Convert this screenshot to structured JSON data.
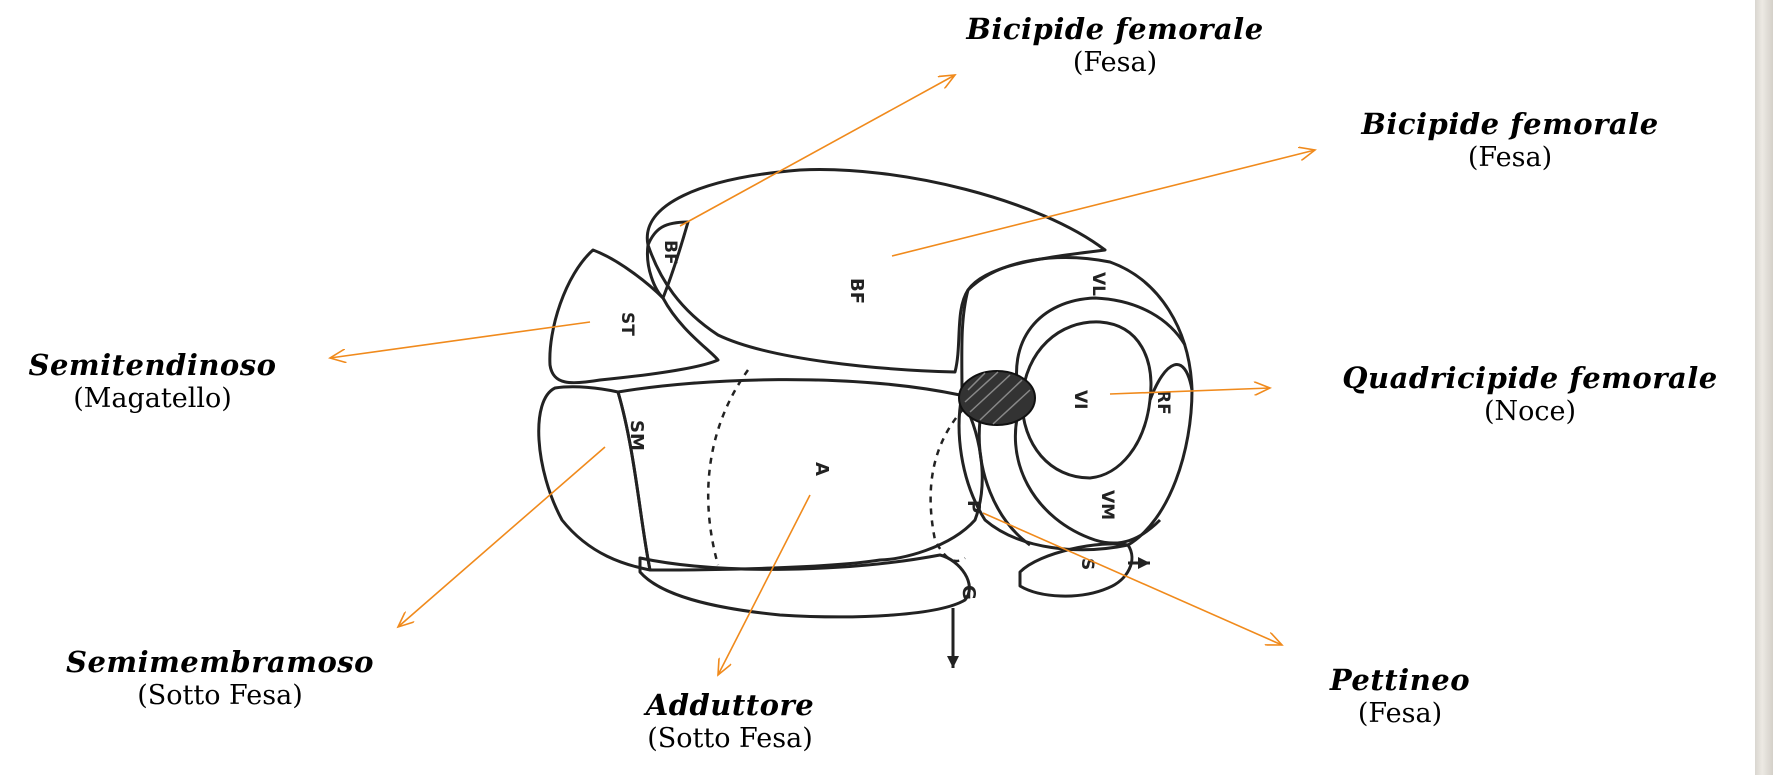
{
  "muscles": [
    {
      "name": "Bicipide femorale",
      "cut": "(Fesa)"
    },
    {
      "name": "Bicipide femorale",
      "cut": "(Fesa)"
    },
    {
      "name": "Semitendinoso",
      "cut": "(Magatello)"
    },
    {
      "name": "Quadricipide femorale",
      "cut": "(Noce)"
    },
    {
      "name": "Semimembramoso",
      "cut": "(Sotto Fesa)"
    },
    {
      "name": "Adduttore",
      "cut": "(Sotto Fesa)"
    },
    {
      "name": "Pettineo",
      "cut": "(Fesa)"
    }
  ],
  "diagram_labels": {
    "bf_small": "BF",
    "bf_large": "BF",
    "st": "ST",
    "sm": "SM",
    "a": "A",
    "vl": "VL",
    "vi": "VI",
    "rf": "RF",
    "vm": "VM",
    "p": "P",
    "s": "S",
    "g": "G"
  },
  "colors": {
    "arrow": "#f08a1c",
    "outline": "#222222"
  }
}
